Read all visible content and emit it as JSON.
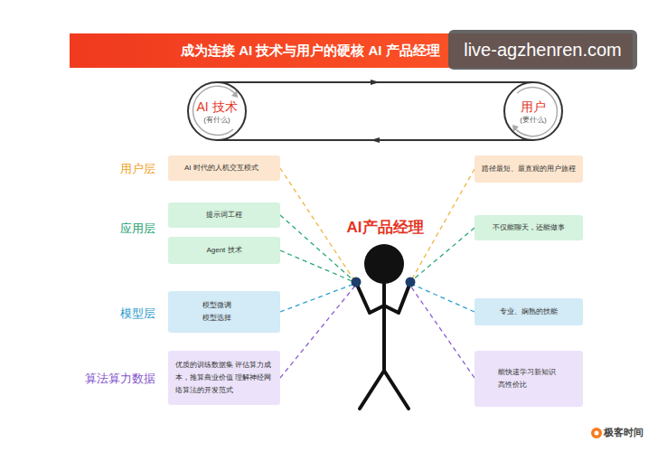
{
  "diagram": {
    "title": "成为连接 AI 技术与用户的硬核 AI 产品经理",
    "nodes": [
      {
        "text": [
          "AI 技术",
          "(有什么)"
        ]
      },
      {
        "text": [
          "用户",
          "(要什么)"
        ]
      },
      {
        "text": [
          "AI 时代的人机交互模式"
        ]
      },
      {
        "text": [
          "路径最短、最直观的用户旅程"
        ]
      },
      {
        "text": [
          "提示词工程"
        ]
      },
      {
        "text": [
          "不仅能聊天，还能做事"
        ]
      },
      {
        "text": [
          "Agent 技术"
        ]
      },
      {
        "text": [
          "模型微调 模型选择"
        ]
      },
      {
        "text": [
          "专业、娴熟的技能"
        ]
      },
      {
        "text": [
          "优质的训练数据集 评估算力成本，推算商业价值 理解神经网络算法的开发范式"
        ]
      },
      {
        "text": [
          "能快速学习新知识 高性价比"
        ]
      }
    ],
    "edges": [
      {
        "from": 0,
        "to": 1,
        "arrow": "to"
      },
      {
        "from": 1,
        "to": 0,
        "arrow": "to"
      }
    ],
    "labels": [
      "用户层",
      "应用层",
      "模型层",
      "算法算力数据",
      "AI产品经理",
      "live-agzhenren.com",
      "极客时间"
    ]
  }
}
